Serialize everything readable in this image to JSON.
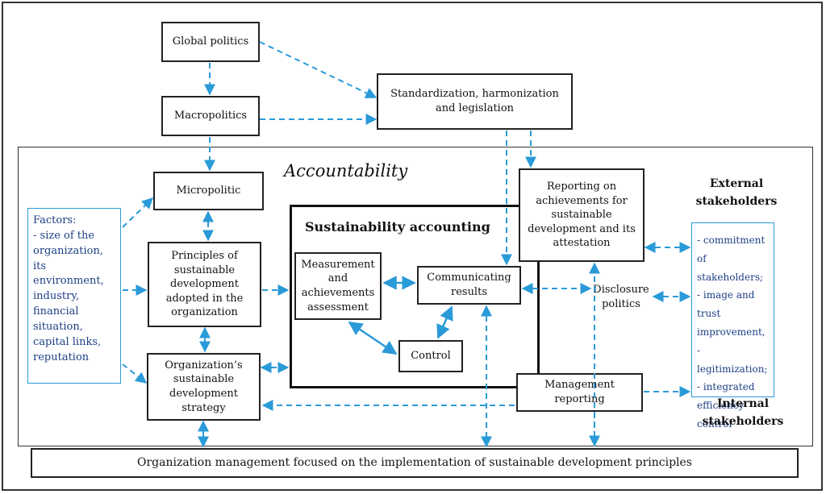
{
  "accountability_label": "Accountability",
  "sustainability_accounting_label": "Sustainability accounting",
  "boxes": {
    "global_politics": "Global politics",
    "macropolitics": "Macropolitics",
    "standardization": "Standardization, harmonization and legislation",
    "micropolitic": "Micropolitic",
    "principles": "Principles of sustainable development adopted in the organization",
    "strategy": "Organization’s sustainable development strategy",
    "measurement": "Measurement and achievements assessment",
    "communicating": "Communicating results",
    "control": "Control",
    "reporting": "Reporting on achievements for sustainable development and its attestation",
    "management_reporting": "Management reporting",
    "disclosure": "Disclosure politics",
    "bottom": "Organization management focused on the implementation of sustainable development principles"
  },
  "factors": {
    "title": "Factors:",
    "text": "- size of the organization, its environment, industry, financial situation, capital links, reputation"
  },
  "stakeholders": {
    "external_label": "External stakeholders",
    "internal_label": "Internal stakeholders",
    "items": [
      "- commitment of stakeholders;",
      "- image and trust improvement,",
      "- legitimization;",
      "- integrated efficiency control"
    ]
  },
  "colors": {
    "arrow": "#2a9ad8",
    "stakeholder_text": "#1c3f85"
  }
}
